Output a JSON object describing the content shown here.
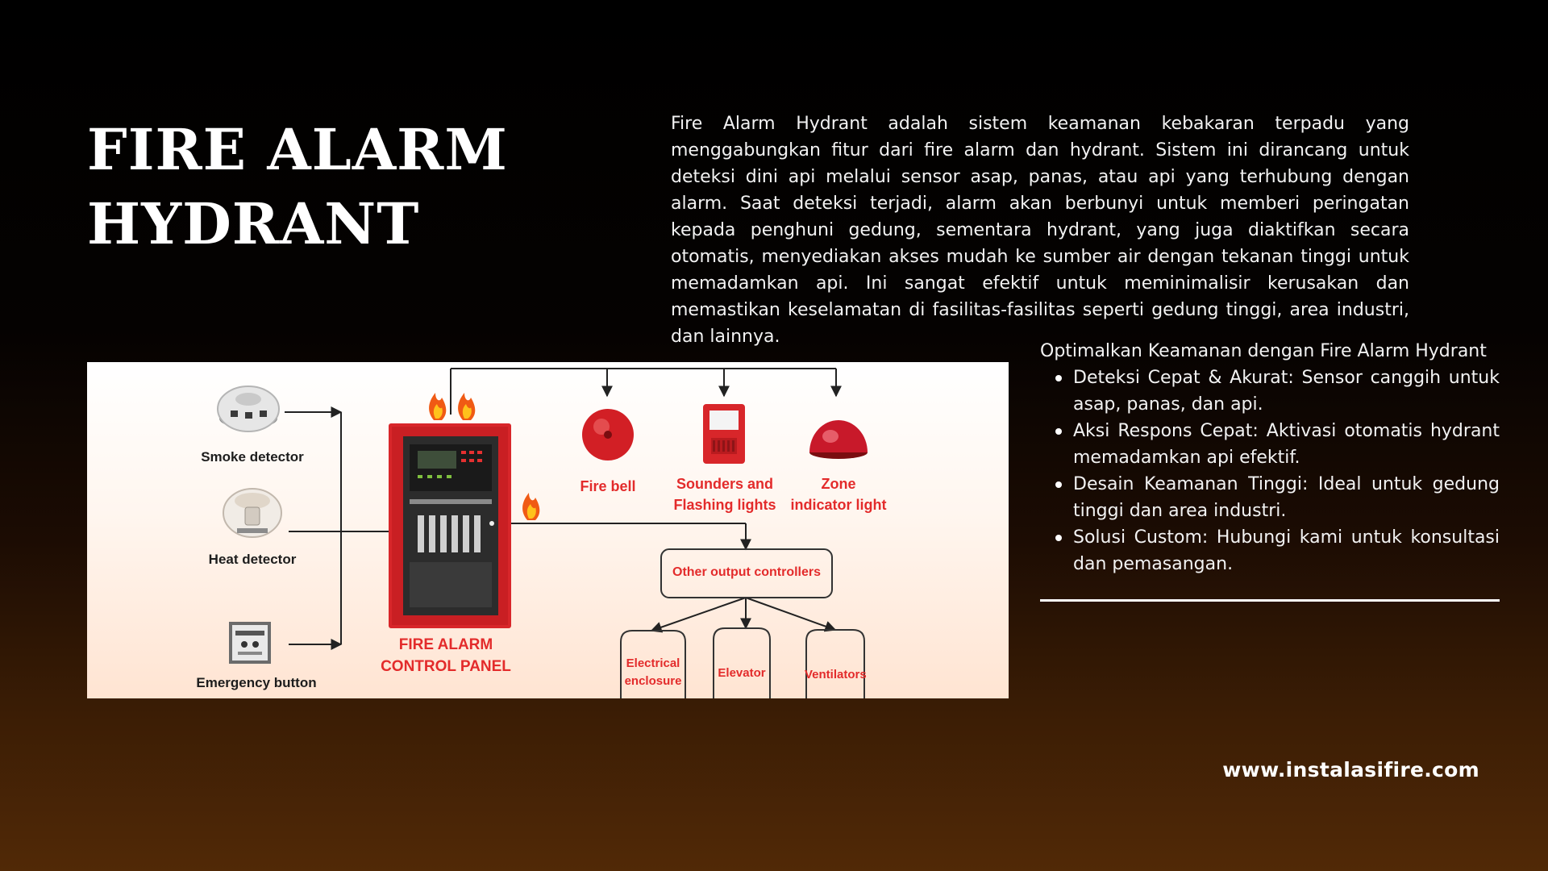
{
  "title": {
    "line1": "FIRE ALARM",
    "line2": "HYDRANT"
  },
  "intro": "Fire Alarm Hydrant adalah sistem keamanan kebakaran terpadu yang menggabungkan fitur dari fire alarm dan hydrant. Sistem ini dirancang untuk deteksi dini api melalui sensor asap, panas, atau api yang terhubung dengan alarm. Saat deteksi terjadi, alarm akan berbunyi untuk memberi peringatan kepada penghuni gedung, sementara hydrant, yang juga diaktifkan secara otomatis, menyediakan akses mudah ke sumber air dengan tekanan tinggi untuk memadamkan api. Ini sangat efektif untuk meminimalisir kerusakan dan memastikan keselamatan di fasilitas-fasilitas seperti gedung tinggi, area industri, dan lainnya.",
  "diagram": {
    "inputs": {
      "smoke": "Smoke detector",
      "heat": "Heat detector",
      "button": "Emergency button"
    },
    "panel": {
      "line1": "FIRE ALARM",
      "line2": "CONTROL PANEL"
    },
    "outputs": {
      "bell": "Fire bell",
      "sounders_line1": "Sounders and",
      "sounders_line2": "Flashing lights",
      "zone_line1": "Zone",
      "zone_line2": "indicator light"
    },
    "controllers": {
      "label": "Other output controllers",
      "electrical_line1": "Electrical",
      "electrical_line2": "enclosure",
      "elevator": "Elevator",
      "ventilators": "Ventilators"
    },
    "colors": {
      "panel_red": "#d8262a",
      "label_red": "#e32b2b"
    }
  },
  "benefits": {
    "heading": "Optimalkan Keamanan dengan Fire Alarm Hydrant",
    "items": [
      "Deteksi Cepat & Akurat: Sensor canggih untuk asap, panas, dan api.",
      "Aksi Respons Cepat: Aktivasi otomatis hydrant memadamkan api efektif.",
      "Desain Keamanan Tinggi: Ideal untuk gedung tinggi dan area industri.",
      "Solusi Custom: Hubungi kami untuk konsultasi dan pemasangan."
    ]
  },
  "website": "www.instalasifire.com"
}
